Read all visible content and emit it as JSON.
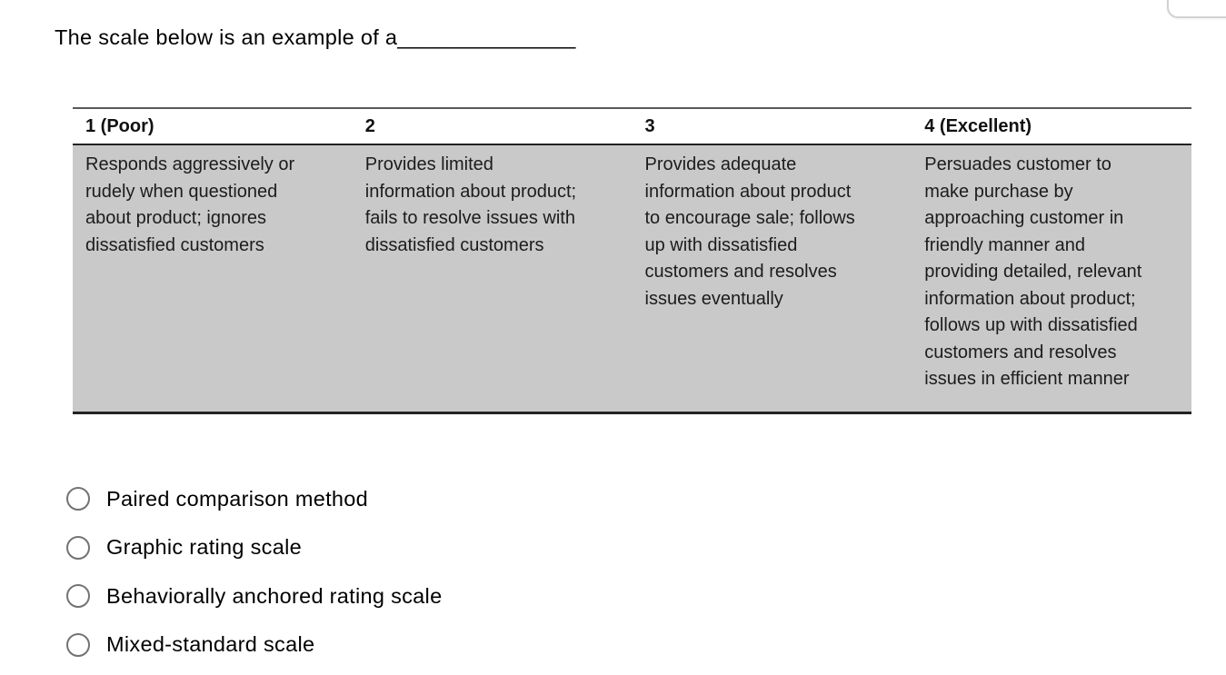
{
  "question": {
    "text": "The scale below is an example of a",
    "blank": "_______________"
  },
  "table": {
    "headers": [
      "1 (Poor)",
      "2",
      "3",
      "4 (Excellent)"
    ],
    "cells": [
      "Responds aggressively or\nrudely when questioned\nabout product; ignores\ndissatisfied customers",
      "Provides limited\ninformation about product;\nfails to resolve issues with\ndissatisfied customers",
      "Provides adequate\ninformation about product\nto encourage sale; follows\nup with dissatisfied\ncustomers and resolves\nissues eventually",
      "Persuades customer to\nmake purchase by\napproaching customer in\nfriendly manner and\nproviding detailed, relevant\ninformation about product;\nfollows up with dissatisfied\ncustomers and resolves\nissues in efficient manner"
    ],
    "body_background": "#c9c9c9",
    "border_color": "#222222"
  },
  "options": [
    {
      "label": "Paired comparison method",
      "selected": false
    },
    {
      "label": "Graphic rating scale",
      "selected": false
    },
    {
      "label": "Behaviorally anchored rating scale",
      "selected": false
    },
    {
      "label": "Mixed-standard scale",
      "selected": false
    }
  ]
}
